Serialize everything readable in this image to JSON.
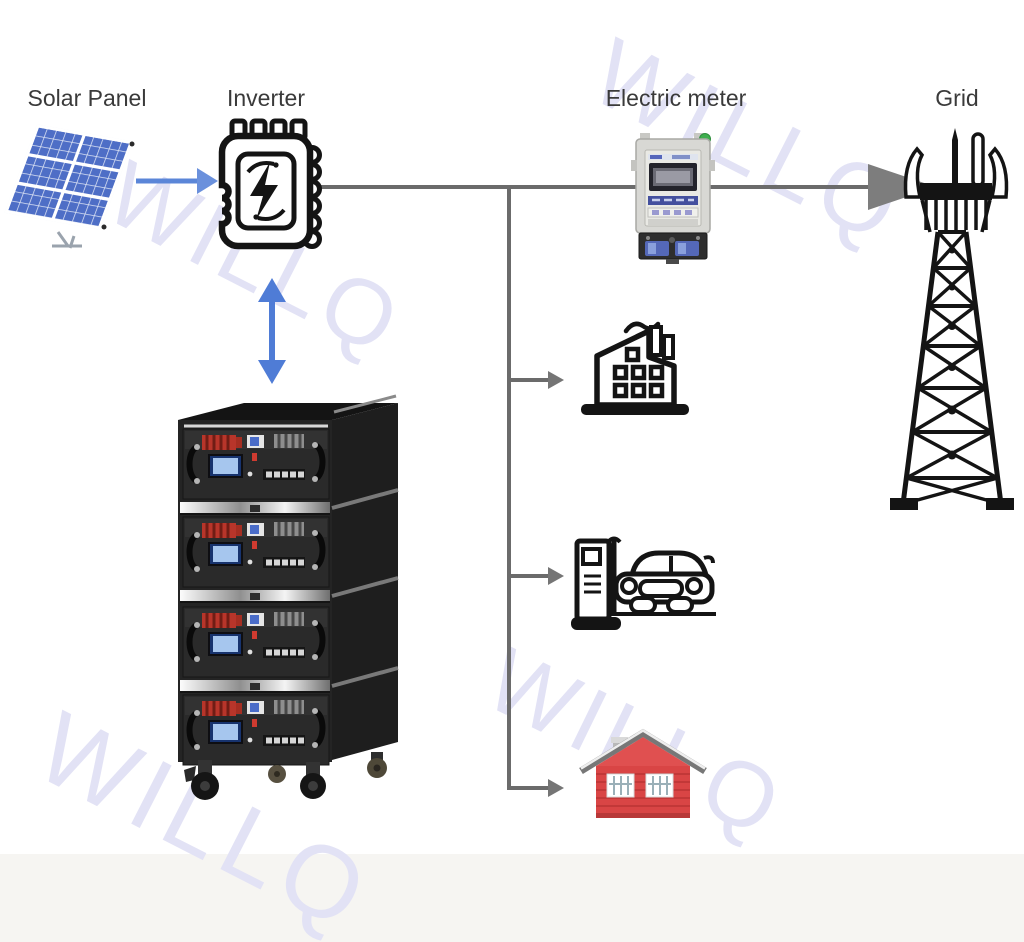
{
  "diagram": {
    "title_hint": "Solar energy storage system diagram",
    "watermark": {
      "text": "WILLQ",
      "color": "#e2e2f5"
    },
    "nodes": {
      "solar_panel": {
        "label": "Solar Panel",
        "icon": "solar-panel-icon"
      },
      "inverter": {
        "label": "Inverter",
        "icon": "inverter-icon"
      },
      "electric_meter": {
        "label": "Electric meter",
        "icon": "electric-meter-icon"
      },
      "grid": {
        "label": "Grid",
        "icon": "transmission-tower-icon"
      },
      "battery_rack": {
        "icon": "battery-rack-icon",
        "modules": 4,
        "wheels": 4
      },
      "factory": {
        "icon": "factory-icon"
      },
      "ev_charging": {
        "icon": "ev-charging-icon"
      },
      "house": {
        "icon": "house-icon"
      }
    },
    "flows": [
      {
        "from": "solar_panel",
        "to": "inverter",
        "style": "blue-arrow"
      },
      {
        "from": "inverter",
        "to": "battery_rack",
        "style": "blue-double-arrow"
      },
      {
        "from": "inverter",
        "to": "electric_meter",
        "style": "gray-line"
      },
      {
        "from": "electric_meter",
        "to": "grid",
        "style": "gray-arrow-large"
      },
      {
        "from": "distribution-line",
        "to": "factory",
        "style": "gray-arrow"
      },
      {
        "from": "distribution-line",
        "to": "ev_charging",
        "style": "gray-arrow"
      },
      {
        "from": "distribution-line",
        "to": "house",
        "style": "gray-arrow"
      }
    ],
    "colors": {
      "label_text": "#3a3a3a",
      "flow_line_gray": "#6b6b6b",
      "arrow_blue": "#5b86d8",
      "double_arrow_blue": "#4f7cd6",
      "solar_panel_blue": "#4e6ec6",
      "icon_outline_black": "#141414",
      "house_red": "#d94545",
      "house_roof_gray": "#777777",
      "meter_body_gray": "#d8d8d4",
      "meter_terminal_blue": "#5468b8",
      "meter_power_green": "#3fae4e",
      "battery_screen_blue": "#a6c6ee",
      "battery_connector_red": "#b8352a",
      "bottom_band": "#f4f2ef"
    }
  }
}
